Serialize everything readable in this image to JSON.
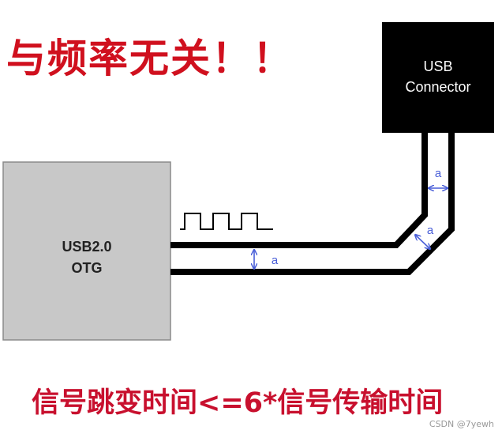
{
  "title": "与频率无关！！",
  "caption": "信号跳变时间<=6*信号传输时间",
  "watermark": "CSDN @7yewh",
  "otg_box": {
    "line1": "USB2.0",
    "line2": "OTG"
  },
  "connector_box": {
    "line1": "USB",
    "line2": "Connector"
  },
  "spacing_label": "a",
  "colors": {
    "title": "#d0101e",
    "caption": "#c8102e",
    "otg_fill": "#c8c8c8",
    "connector_fill": "#000000",
    "trace": "#000000",
    "dimension": "#4a5fd8"
  }
}
